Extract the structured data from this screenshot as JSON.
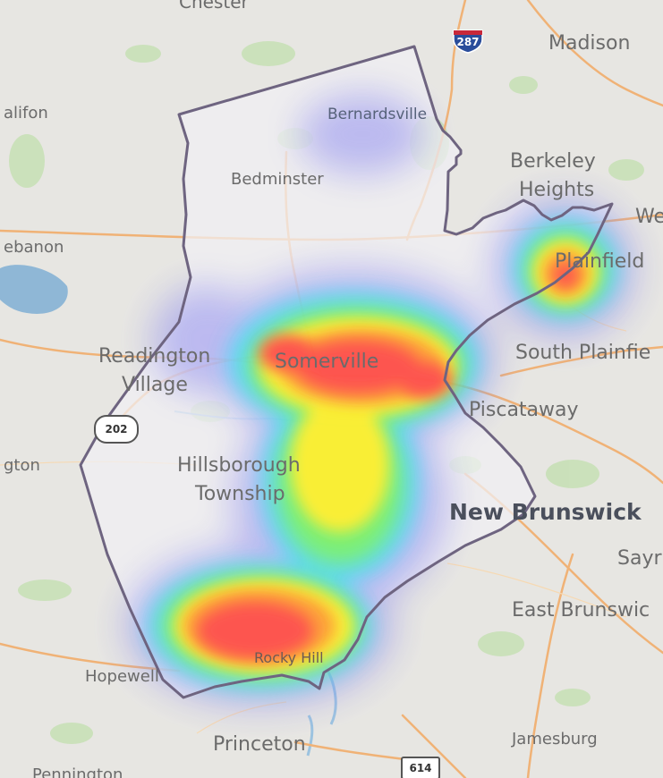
{
  "map": {
    "labels": {
      "chester": "Chester",
      "madison": "Madison",
      "califon": "alifon",
      "bernardsville": "Bernardsville",
      "bedminster": "Bedminster",
      "berkeley_heights_1": "Berkeley",
      "berkeley_heights_2": "Heights",
      "we": "We",
      "lebanon": "ebanon",
      "plainfield": "Plainfield",
      "readington_1": "Readington",
      "readington_2": "Village",
      "somerville": "Somerville",
      "south_plainfield": "South Plainfie",
      "piscataway": "Piscataway",
      "clinton": "gton",
      "hillsborough_1": "Hillsborough",
      "hillsborough_2": "Township",
      "new_brunswick": "New Brunswick",
      "sayreville": "Sayr",
      "east_brunswick": "East Brunswic",
      "hopewell": "Hopewell",
      "rocky_hill": "Rocky Hill",
      "princeton": "Princeton",
      "jamesburg": "Jamesburg",
      "pennington": "Pennington"
    },
    "shields": {
      "interstate_287": "287",
      "us_202": "202",
      "county_614": "614"
    },
    "heatmap": {
      "type": "heatmap",
      "hotspots": [
        {
          "place": "Somerville",
          "intensity": 1.0
        },
        {
          "place": "Rocky Hill",
          "intensity": 0.95
        },
        {
          "place": "Plainfield",
          "intensity": 0.85
        },
        {
          "place": "Hillsborough Township",
          "intensity": 0.6
        },
        {
          "place": "Bernardsville",
          "intensity": 0.25
        }
      ],
      "colors": [
        "#7b7bff",
        "#22d4ff",
        "#5dff6a",
        "#fff200",
        "#ff9a1a",
        "#ff3b3b"
      ]
    },
    "colors": {
      "land": "#e7e6e2",
      "water": "#8fb7d6",
      "park": "#b7d9a5",
      "highway": "#f0b276",
      "boundary": "#6e6480"
    }
  }
}
